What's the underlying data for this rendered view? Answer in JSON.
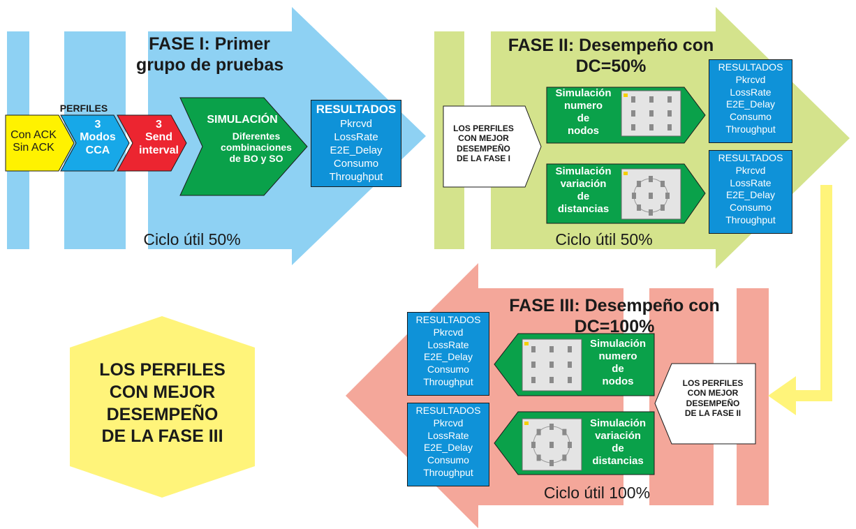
{
  "fase1": {
    "title_line1": "FASE I: Primer",
    "title_line2": "grupo de pruebas",
    "perfiles_label": "PERFILES",
    "ack": [
      "Con ACK",
      "Sin ACK"
    ],
    "cca": [
      "3",
      "Modos",
      "CCA"
    ],
    "send": [
      "3",
      "Send",
      "interval"
    ],
    "sim_title": "SIMULACIÓN",
    "sim_lines": [
      "Diferentes",
      "combinaciones",
      "de BO y SO"
    ],
    "resultados_title": "RESULTADOS",
    "resultados": [
      "Pkrcvd",
      "LossRate",
      "E2E_Delay",
      "Consumo",
      "Throughput"
    ],
    "ciclo": "Ciclo útil 50%"
  },
  "fase2": {
    "title_line1": "FASE II: Desempeño con",
    "title_line2": "DC=50%",
    "perfiles_lines": [
      "LOS PERFILES",
      "CON MEJOR",
      "DESEMPEÑO",
      "DE LA FASE I"
    ],
    "sim1": [
      "Simulación",
      "numero",
      "de",
      "nodos"
    ],
    "sim2": [
      "Simulación",
      "variación",
      "de",
      "distancias"
    ],
    "res1_title": "RESULTADOS",
    "res1": [
      "Pkrcvd",
      "LossRate",
      "E2E_Delay",
      "Consumo",
      "Throughput"
    ],
    "res2_title": "RESULTADOS",
    "res2": [
      "Pkrcvd",
      "LossRate",
      "E2E_Delay",
      "Consumo",
      "Throughput"
    ],
    "ciclo": "Ciclo útil 50%"
  },
  "fase3": {
    "title_line1": "FASE III: Desempeño con",
    "title_line2": "DC=100%",
    "perfiles_lines": [
      "LOS PERFILES",
      "CON MEJOR",
      "DESEMPEÑO",
      "DE LA FASE II"
    ],
    "sim1": [
      "Simulación",
      "numero",
      "de",
      "nodos"
    ],
    "sim2": [
      "Simulación",
      "variación",
      "de",
      "distancias"
    ],
    "res1_title": "RESULTADOS",
    "res1": [
      "Pkrcvd",
      "LossRate",
      "E2E_Delay",
      "Consumo",
      "Throughput"
    ],
    "res2_title": "RESULTADOS",
    "res2": [
      "Pkrcvd",
      "LossRate",
      "E2E_Delay",
      "Consumo",
      "Throughput"
    ],
    "ciclo": "Ciclo útil 100%"
  },
  "final": {
    "lines": [
      "LOS PERFILES",
      "CON MEJOR",
      "DESEMPEÑO",
      "DE LA FASE III"
    ]
  },
  "colors": {
    "blue_light": "#8ed1f3",
    "green_light": "#d4e38c",
    "salmon": "#f4a79a",
    "yellow": "#fff47a",
    "green_dark": "#0aa14a",
    "blue_res": "#0f92d8",
    "red": "#ec2530"
  }
}
